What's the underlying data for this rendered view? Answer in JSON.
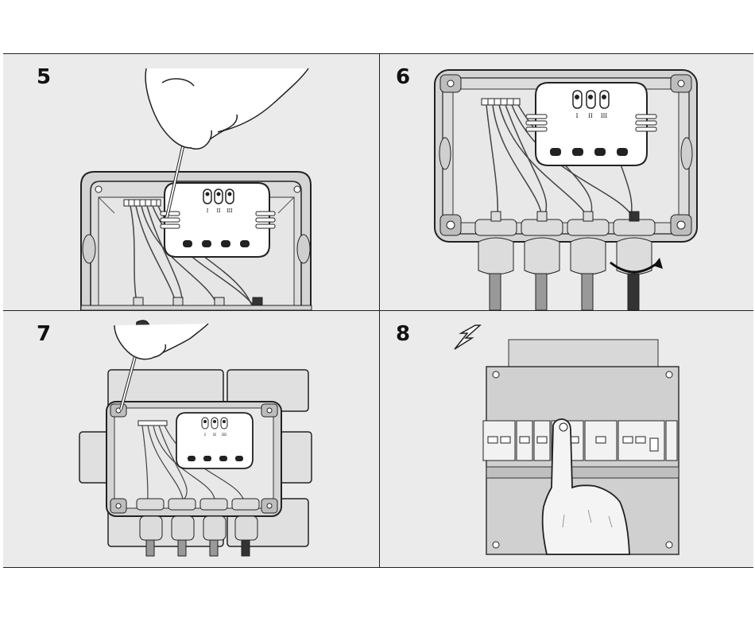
{
  "steps": [
    {
      "number": "5"
    },
    {
      "number": "6"
    },
    {
      "number": "7"
    },
    {
      "number": "8"
    }
  ],
  "switch_positions": [
    "I",
    "II",
    "III"
  ],
  "icons": [
    "screwdriver-icon",
    "hand-icon",
    "lightning-icon",
    "rotate-arrow-icon"
  ]
}
